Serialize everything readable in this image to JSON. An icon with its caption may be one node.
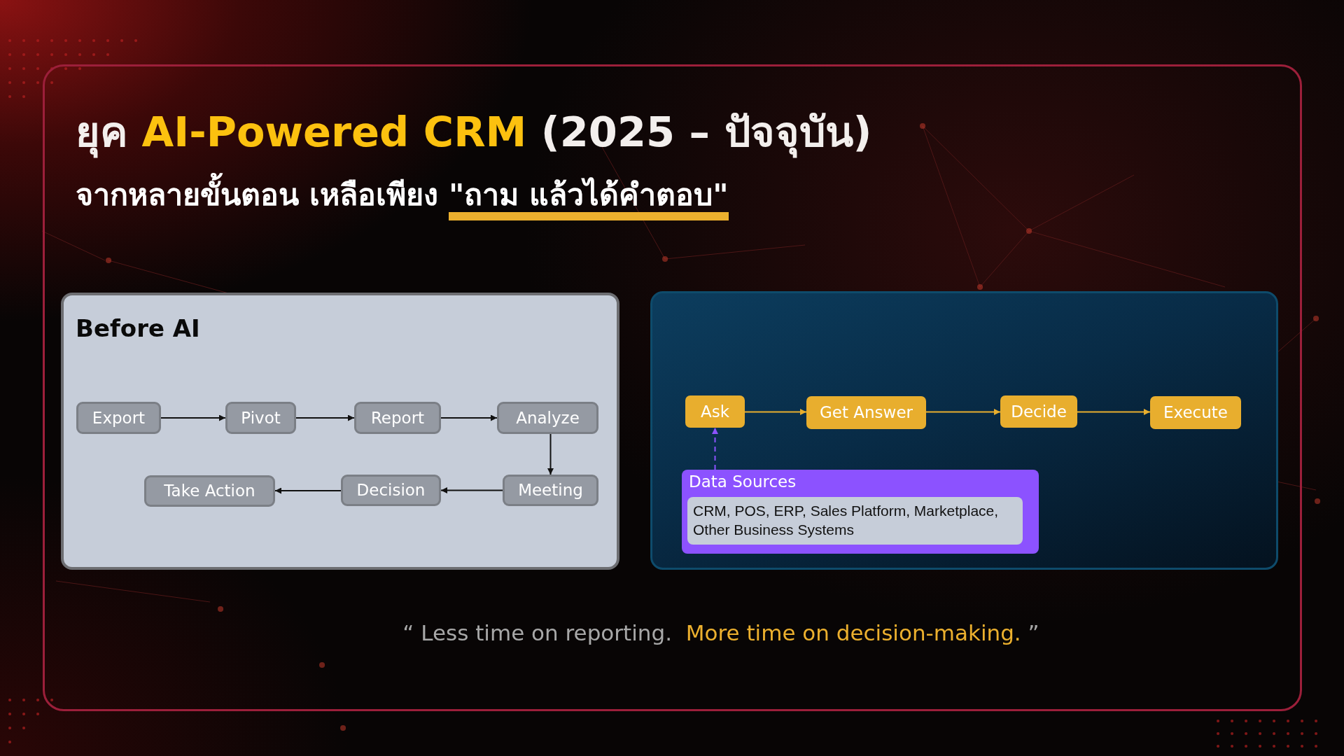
{
  "diagram": {
    "title": "ยุค **AI-Powered CRM** (2025 – ปัจจุบัน)",
    "caption": "“ Less time on reporting.  **More time on decision-making.** ”",
    "nodes": [
      {
        "text": [
          "Before AI"
        ]
      },
      {
        "text": [
          "Export"
        ],
        "in": 0
      },
      {
        "text": [
          "Pivot"
        ],
        "in": 0
      },
      {
        "text": [
          "Report"
        ],
        "in": 0
      },
      {
        "text": [
          "Analyze"
        ],
        "in": 0
      },
      {
        "text": [
          "Take Action"
        ],
        "in": 0
      },
      {
        "text": [
          "Decision"
        ],
        "in": 0
      },
      {
        "text": [
          "Meeting"
        ],
        "in": 0
      },
      {
        "text": [],
        "shape": "box"
      },
      {
        "text": [
          "Ask"
        ],
        "in": 8
      },
      {
        "text": [
          "Get Answer"
        ],
        "in": 8
      },
      {
        "text": [
          "Decide"
        ],
        "in": 8
      },
      {
        "text": [
          "Execute"
        ],
        "in": 8
      },
      {
        "text": [
          "Data Sources"
        ],
        "in": 8
      },
      {
        "text": [
          "CRM, POS, ERP, Sales Platform, Marketplace, Other Business Systems"
        ],
        "in": 13
      }
    ],
    "edges": [
      {
        "from": 1,
        "to": 2,
        "arrow": "to"
      },
      {
        "from": 2,
        "to": 3,
        "arrow": "to"
      },
      {
        "from": 3,
        "to": 4,
        "arrow": "to"
      },
      {
        "from": 4,
        "to": 7,
        "arrow": "to"
      },
      {
        "from": 7,
        "to": 6,
        "arrow": "to"
      },
      {
        "from": 6,
        "to": 5,
        "arrow": "to"
      },
      {
        "from": 9,
        "to": 10,
        "arrow": "to",
        "color": "#e8ae2e"
      },
      {
        "from": 10,
        "to": 11,
        "arrow": "to",
        "color": "#e8ae2e"
      },
      {
        "from": 11,
        "to": 12,
        "arrow": "to",
        "color": "#e8ae2e"
      },
      {
        "from": 13,
        "to": 9,
        "arrow": "to",
        "style": "dashed",
        "color": "#8c52ff"
      }
    ],
    "labels": [
      "จากหลายขั้นตอน เหลือเพียง **\"ถาม แล้วได้คำตอบ\"**"
    ]
  }
}
